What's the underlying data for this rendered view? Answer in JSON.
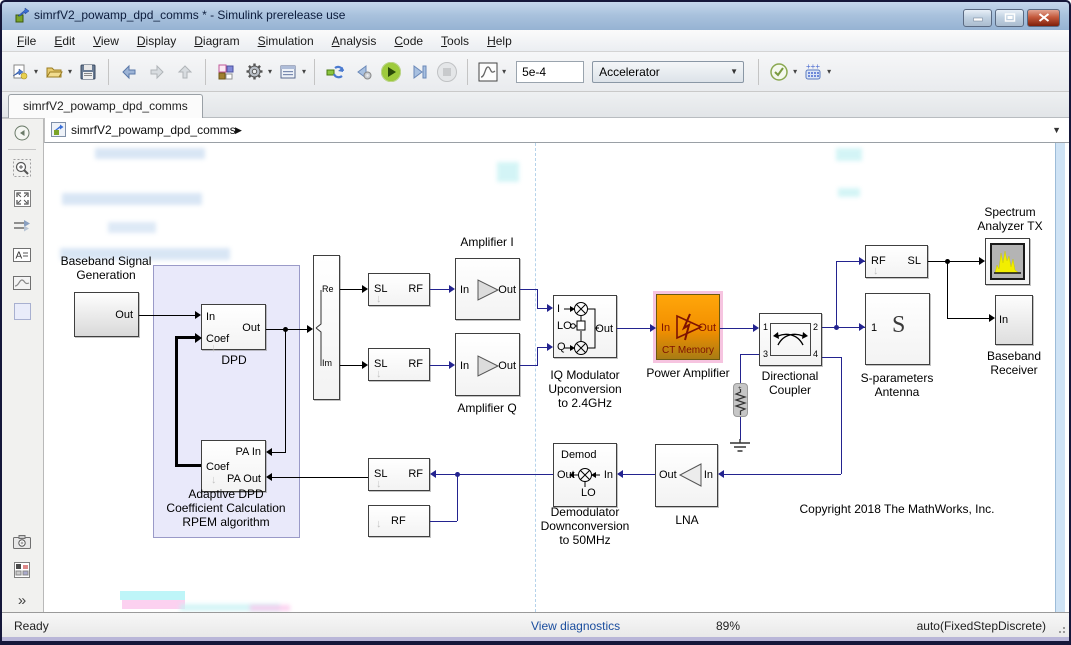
{
  "window": {
    "title": "simrfV2_powamp_dpd_comms * - Simulink prerelease use"
  },
  "menu": {
    "items": [
      "File",
      "Edit",
      "View",
      "Display",
      "Diagram",
      "Simulation",
      "Analysis",
      "Code",
      "Tools",
      "Help"
    ]
  },
  "toolbar": {
    "sim_stop_time": "5e-4",
    "sim_mode": "Accelerator"
  },
  "tabs": {
    "active": "simrfV2_powamp_dpd_comms"
  },
  "breadcrumb": {
    "path": "simrfV2_powamp_dpd_comms",
    "arrow": "▶"
  },
  "blocks": {
    "baseband_gen": {
      "label1": "Baseband Signal",
      "label2": "Generation",
      "port_out": "Out"
    },
    "dpd": {
      "label": "DPD",
      "port_in": "In",
      "port_coef": "Coef",
      "port_out": "Out"
    },
    "adaptive": {
      "label1": "Adaptive DPD",
      "label2": "Coefficient Calculation",
      "label3": "RPEM algorithm",
      "port_pa_in": "PA In",
      "port_coef": "Coef",
      "port_pa_out": "PA Out"
    },
    "splitter": {
      "port_re": "Re",
      "port_im": "Im"
    },
    "sl_rf_i": {
      "port_sl": "SL",
      "port_rf": "RF"
    },
    "sl_rf_q": {
      "port_sl": "SL",
      "port_rf": "RF"
    },
    "amp_i": {
      "label": "Amplifier I",
      "port_in": "In",
      "port_out": "Out"
    },
    "amp_q": {
      "label": "Amplifier Q",
      "port_in": "In",
      "port_out": "Out"
    },
    "iq_mod": {
      "label1": "IQ Modulator",
      "label2": "Upconversion",
      "label3": "to 2.4GHz",
      "port_i": "I",
      "port_lo": "LO",
      "port_q": "Q",
      "port_out": "Out"
    },
    "pa": {
      "label": "Power Amplifier",
      "port_in": "In",
      "port_out": "Out",
      "badge": "CT Memory"
    },
    "coupler": {
      "label1": "Directional",
      "label2": "Coupler",
      "p1": "1",
      "p2": "2",
      "p3": "3",
      "p4": "4"
    },
    "rf_sl": {
      "port_rf": "RF",
      "port_sl": "SL"
    },
    "spectrum": {
      "label1": "Spectrum",
      "label2": "Analyzer TX"
    },
    "bb_rx": {
      "label1": "Baseband",
      "label2": "Receiver",
      "port_in": "In"
    },
    "sparams": {
      "label1": "S-parameters",
      "label2": "Antenna",
      "p1": "1",
      "glyph": "S"
    },
    "lna": {
      "label": "LNA",
      "port_out": "Out",
      "port_in": "In"
    },
    "demod": {
      "title": "Demod",
      "label1": "Demodulator",
      "label2": "Downconversion",
      "label3": "to 50MHz",
      "port_out": "Out",
      "port_lo": "LO",
      "port_in": "In"
    },
    "sl_rf_rx": {
      "port_sl": "SL",
      "port_rf": "RF"
    },
    "rf_in": {
      "port_rf": "RF"
    }
  },
  "annotations": {
    "copyright": "Copyright 2018 The MathWorks, Inc."
  },
  "statusbar": {
    "status": "Ready",
    "diagnostics": "View diagnostics",
    "zoom": "89%",
    "solver": "auto(FixedStepDiscrete)"
  }
}
